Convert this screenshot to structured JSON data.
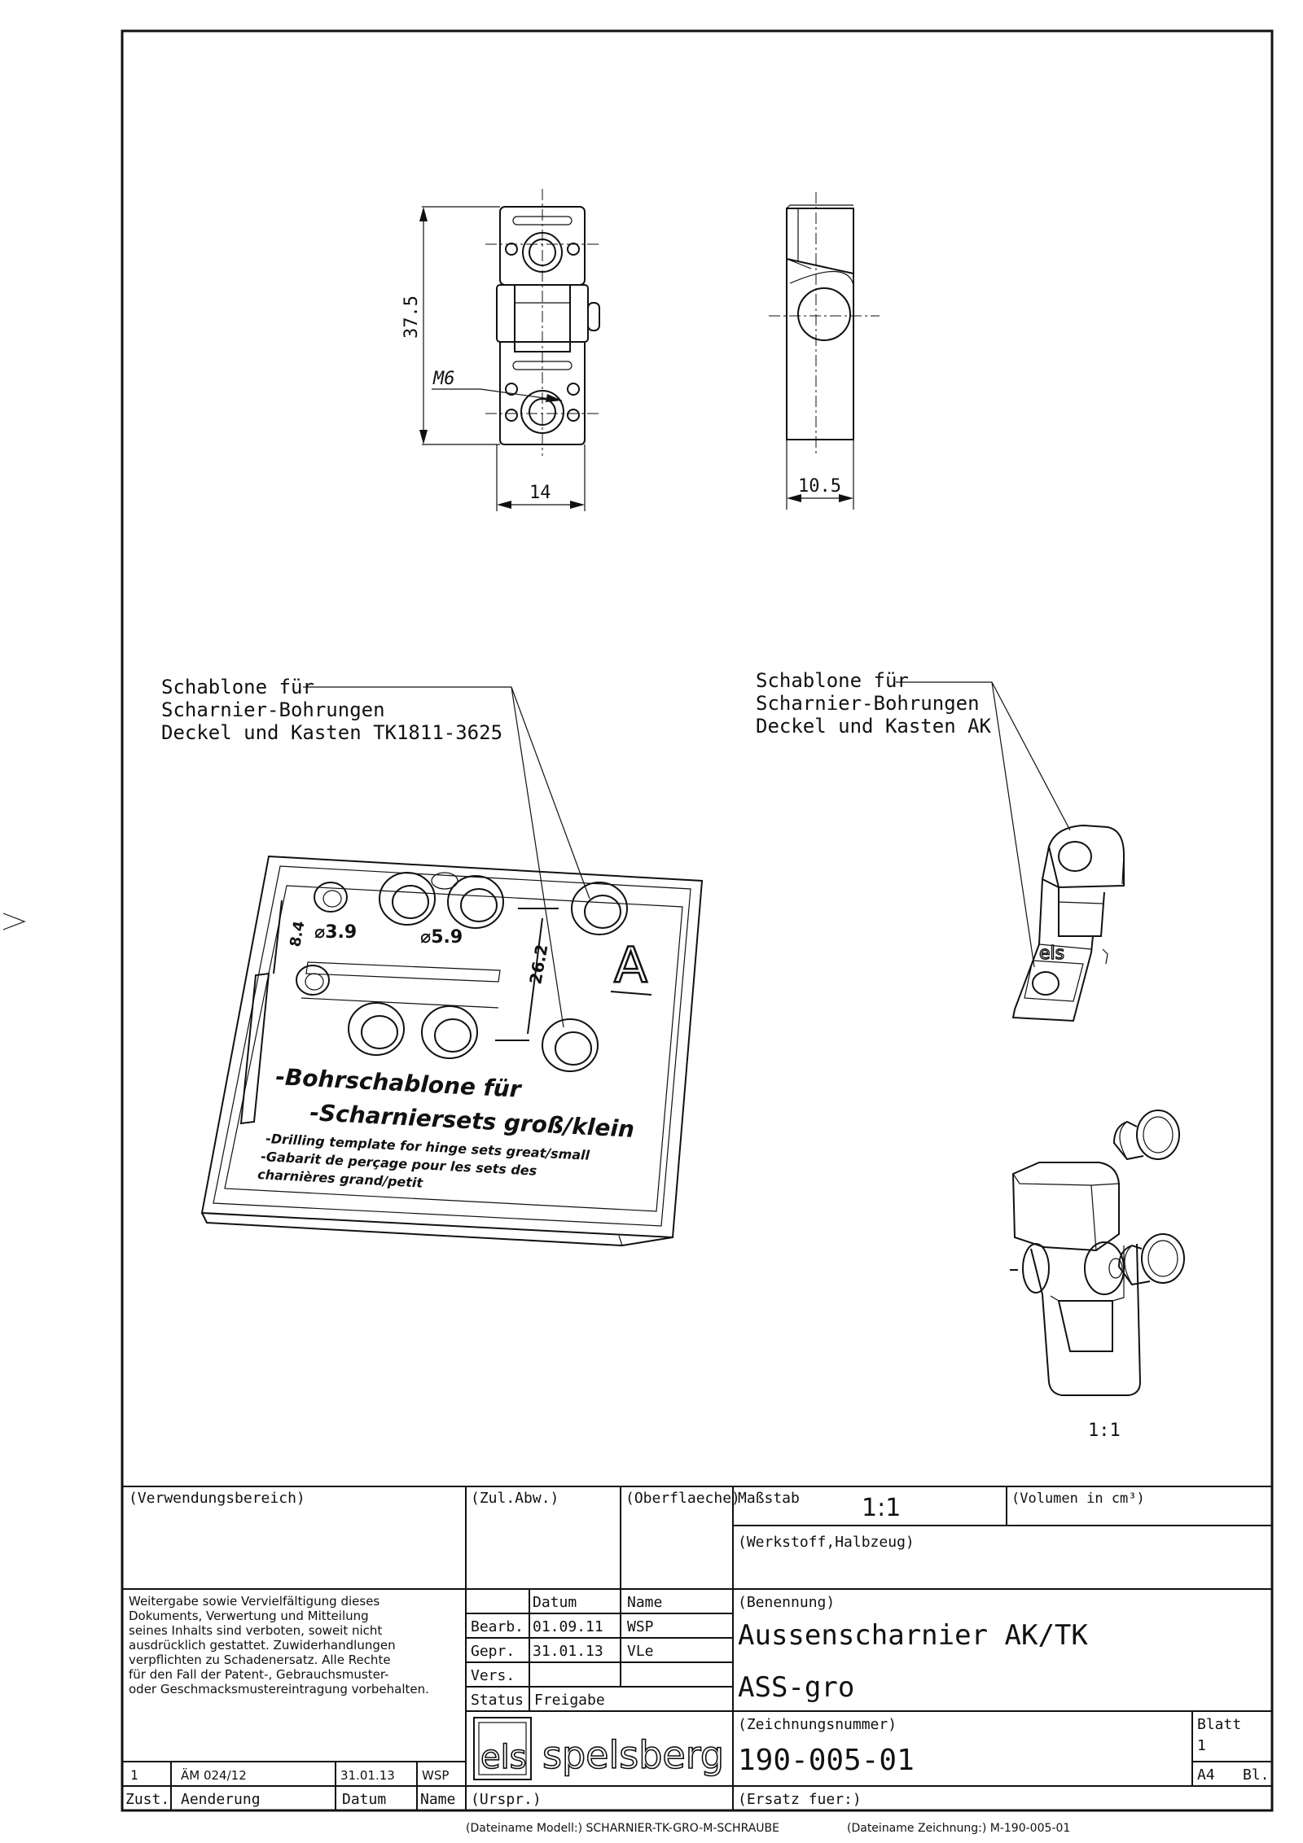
{
  "drawing": {
    "dims": {
      "height": "37.5",
      "thread": "M6",
      "width": "14",
      "depth": "10.5"
    },
    "callouts": {
      "left": [
        "Schablone für",
        "Scharnier-Bohrungen",
        "Deckel und Kasten TK1811-3625"
      ],
      "right": [
        "Schablone für",
        "Scharnier-Bohrungen",
        "Deckel und Kasten AK"
      ]
    },
    "template_marks": {
      "letter": "A",
      "d1": "⌀3.9",
      "d2": "⌀5.9",
      "dist": "26.2",
      "short": "8.4",
      "line1": "-Bohrschablone für",
      "line2": "-Scharniersets groß/klein",
      "line3": "-Drilling template for    hinge sets great/small",
      "line4": "-Gabarit de perçage pour les sets des",
      "line5": "charnières     grand/petit"
    },
    "logo_mark": "els",
    "iso_scale": "1:1"
  },
  "title_block": {
    "verwendungsbereich": "(Verwendungsbereich)",
    "zul_abw": "(Zul.Abw.)",
    "oberflaeche": "(Oberflaeche)",
    "massstab_label": "Maßstab",
    "massstab_value": "1:1",
    "volumen": "(Volumen in cm³)",
    "werkstoff": "(Werkstoff,Halbzeug)",
    "notice": [
      "Weitergabe sowie Vervielfältigung dieses",
      "Dokuments, Verwertung und Mitteilung",
      "seines Inhalts sind verboten, soweit nicht",
      "ausdrücklich gestattet. Zuwiderhandlungen",
      "verpflichten zu Schadenersatz. Alle Rechte",
      "für den Fall der Patent-, Gebrauchsmuster-",
      "oder Geschmacksmustereintragung vorbehalten."
    ],
    "col_datum": "Datum",
    "col_name": "Name",
    "bearb_label": "Bearb.",
    "bearb_date": "01.09.11",
    "bearb_name": "WSP",
    "gepr_label": "Gepr.",
    "gepr_date": "31.01.13",
    "gepr_name": "VLe",
    "vers_label": "Vers.",
    "status_label": "Status",
    "status_value": "Freigabe",
    "benennung_label": "(Benennung)",
    "title_line1": "Aussenscharnier AK/TK",
    "title_line2": "ASS-gro",
    "zeichnungsnummer_label": "(Zeichnungsnummer)",
    "drawing_number": "190-005-01",
    "blatt_label": "Blatt",
    "blatt_value": "1",
    "format": "A4",
    "bl": "Bl.",
    "company_logo": "els",
    "company_name": "spelsberg",
    "rev_index": "1",
    "rev_change": "ÄM 024/12",
    "rev_date": "31.01.13",
    "rev_name": "WSP",
    "zust": "Zust.",
    "aenderung": "Aenderung",
    "datum": "Datum",
    "name": "Name",
    "urspr": "(Urspr.)",
    "ersatz": "(Ersatz fuer:)"
  },
  "footer": {
    "modell": "(Dateiname Modell:) SCHARNIER-TK-GRO-M-SCHRAUBE",
    "zeichnung": "(Dateiname Zeichnung:) M-190-005-01"
  }
}
